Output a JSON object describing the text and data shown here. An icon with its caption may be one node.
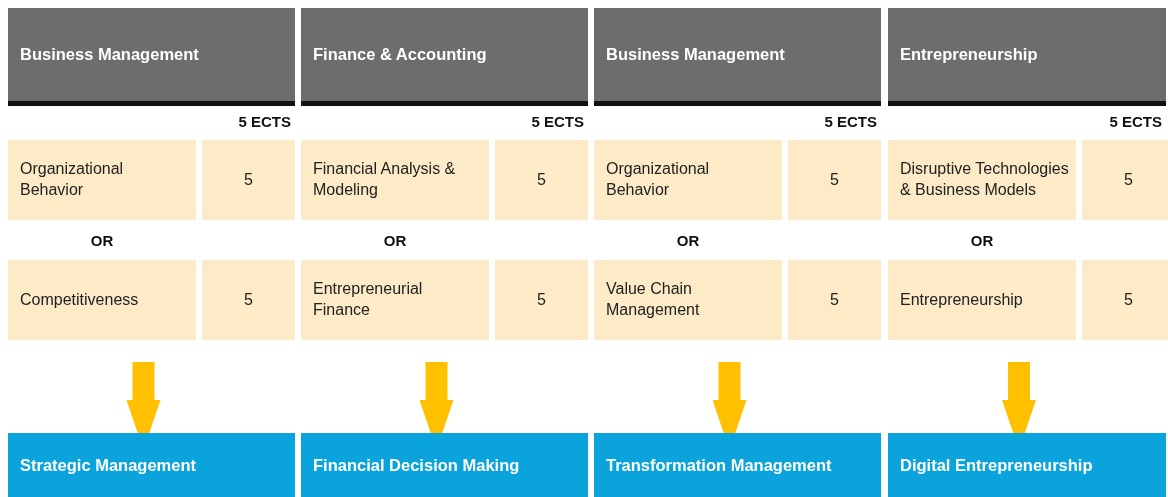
{
  "diagram": {
    "nodes": [
      {
        "text": [
          "Business Management"
        ]
      },
      {
        "text": [
          "Organizational Behavior"
        ]
      },
      {
        "text": [
          "5"
        ]
      },
      {
        "text": [
          "Competitiveness"
        ]
      },
      {
        "text": [
          "5"
        ]
      },
      {
        "text": [
          "Strategic Management"
        ]
      },
      {
        "text": [
          "Finance & Accounting"
        ]
      },
      {
        "text": [
          "Financial Analysis & Modeling"
        ]
      },
      {
        "text": [
          "5"
        ]
      },
      {
        "text": [
          "Entrepreneurial Finance"
        ]
      },
      {
        "text": [
          "5"
        ]
      },
      {
        "text": [
          "Financial Decision Making"
        ]
      },
      {
        "text": [
          "Business Management"
        ]
      },
      {
        "text": [
          "Organizational Behavior"
        ]
      },
      {
        "text": [
          "5"
        ]
      },
      {
        "text": [
          "Value Chain Management"
        ]
      },
      {
        "text": [
          "5"
        ]
      },
      {
        "text": [
          "Transformation Management"
        ]
      },
      {
        "text": [
          "Entrepreneurship"
        ]
      },
      {
        "text": [
          "Disruptive Technologies & Business Models"
        ]
      },
      {
        "text": [
          "5"
        ]
      },
      {
        "text": [
          "Entrepreneurship"
        ]
      },
      {
        "text": [
          "5"
        ]
      },
      {
        "text": [
          "Digital Entrepreneurship"
        ]
      }
    ],
    "edges": [
      {
        "from": null,
        "to": 5,
        "arrow": "to"
      },
      {
        "from": null,
        "to": 11,
        "arrow": "to"
      },
      {
        "from": null,
        "to": 17,
        "arrow": "to"
      },
      {
        "from": null,
        "to": 23,
        "arrow": "to"
      }
    ],
    "labels": [
      "5 ECTS",
      "5 ECTS",
      "5 ECTS",
      "5 ECTS",
      "OR",
      "OR",
      "OR",
      "OR"
    ]
  }
}
